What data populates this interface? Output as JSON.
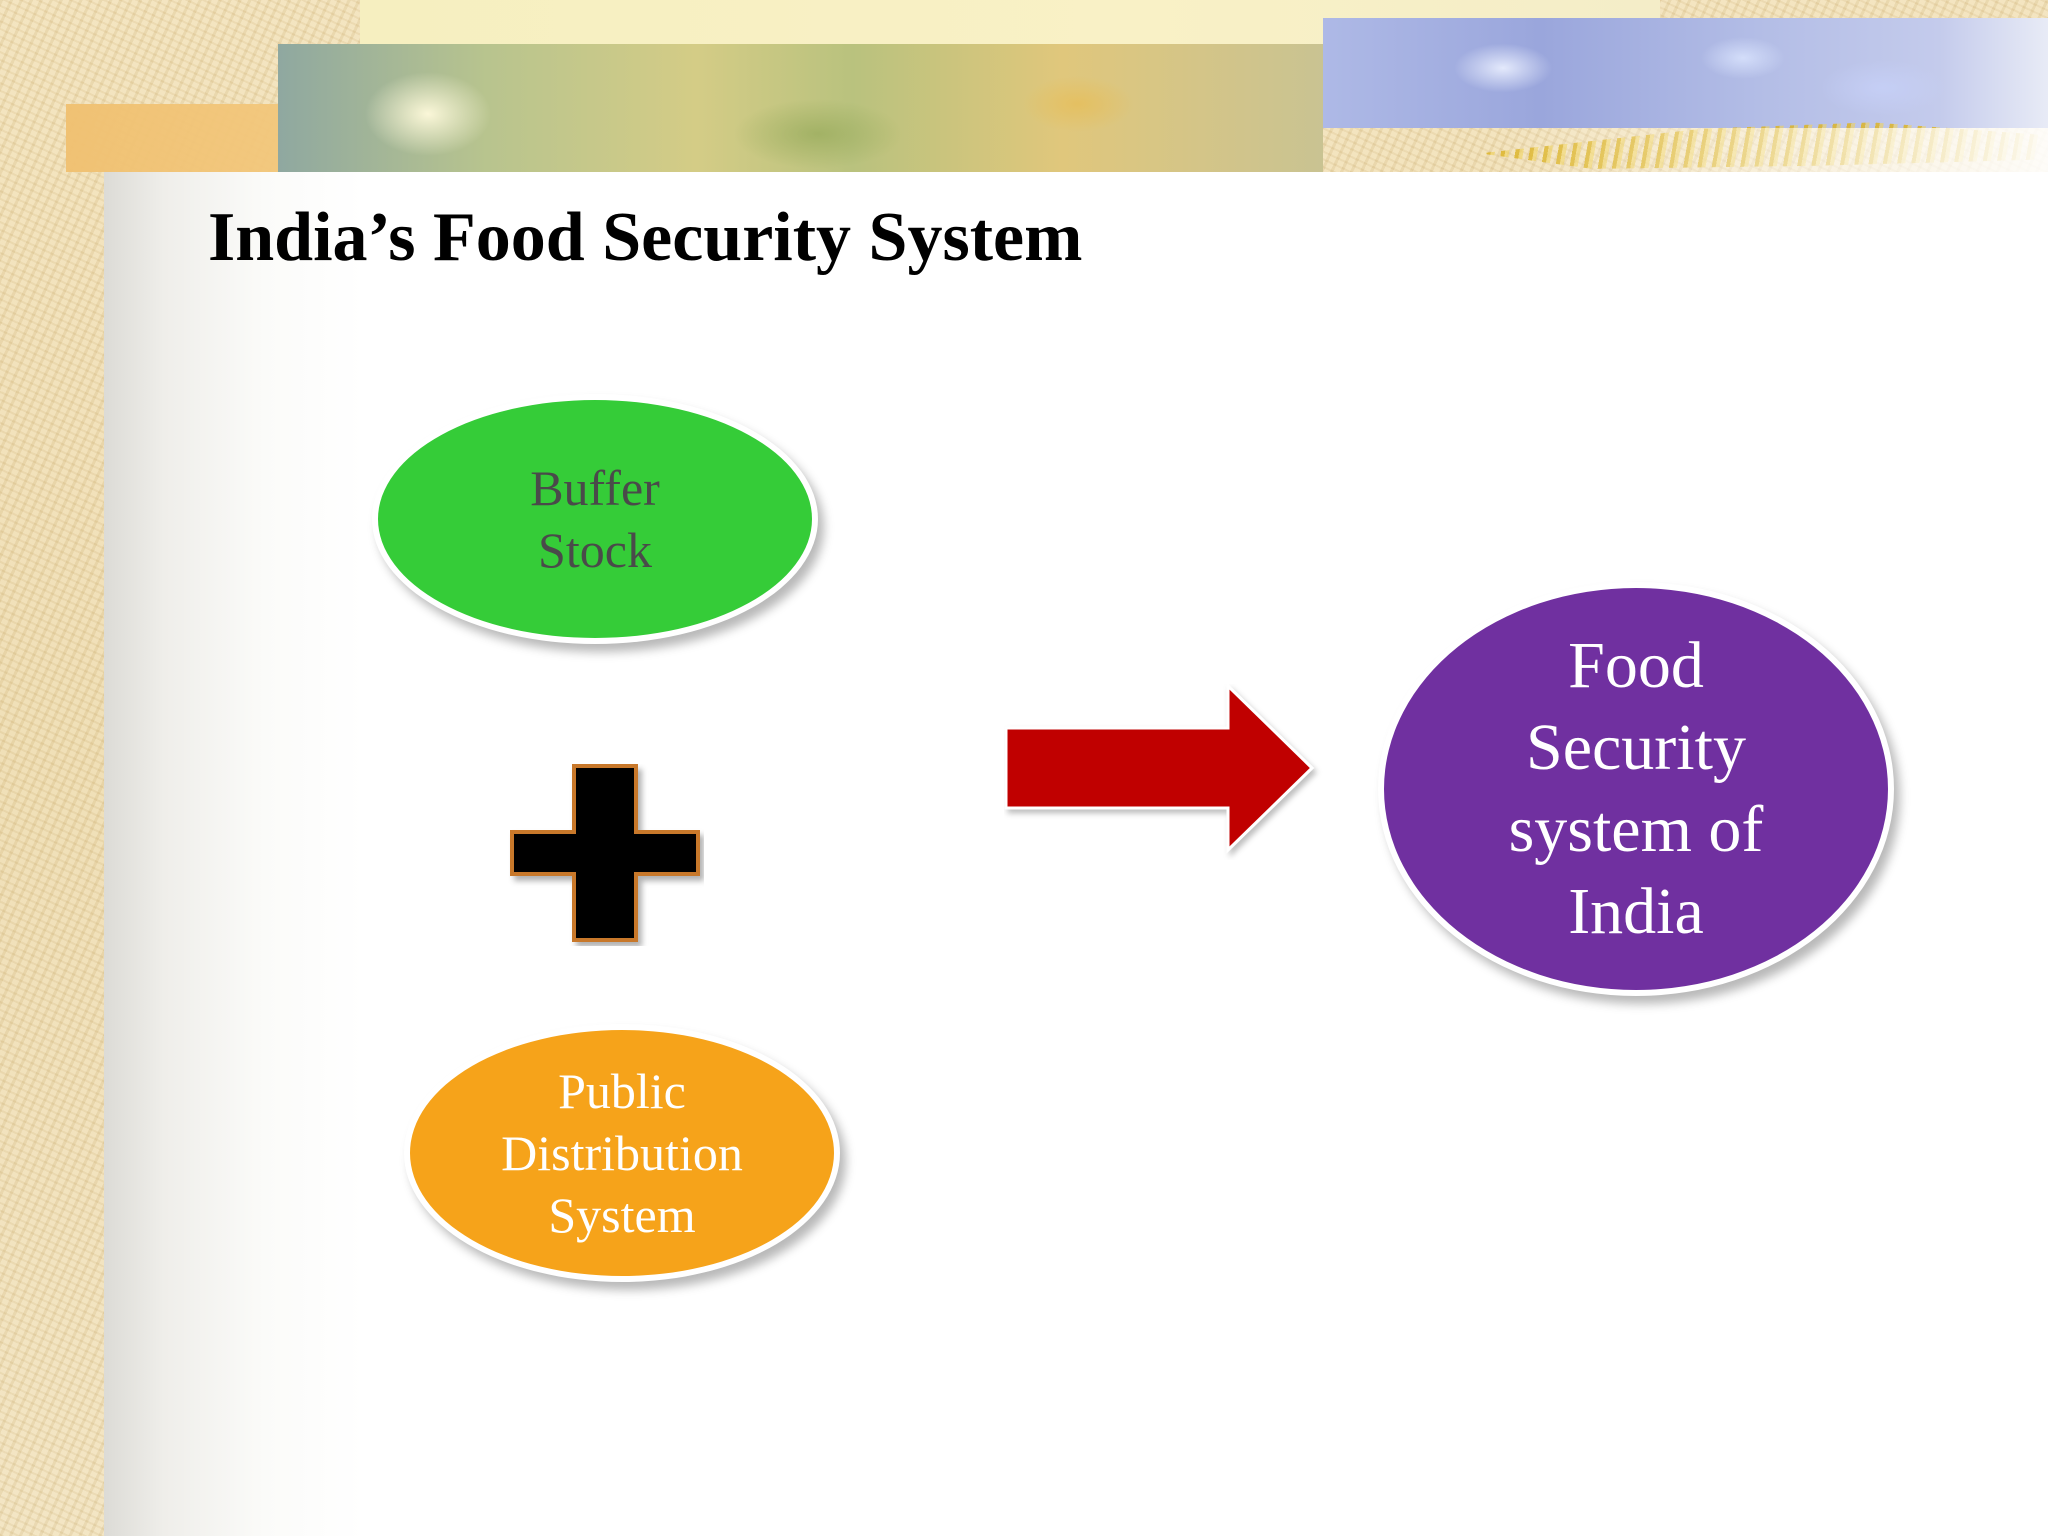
{
  "slide": {
    "title": "India’s Food Security System"
  },
  "diagram": {
    "nodes": [
      {
        "id": "buffer-stock",
        "label": "Buffer\nStock",
        "fill": "#35cc38",
        "text_color": "#4a4a4a"
      },
      {
        "id": "public-distribution-system",
        "label": "Public\nDistribution\nSystem",
        "fill": "#f6a31a",
        "text_color": "#ffffff"
      },
      {
        "id": "food-security-system",
        "label": "Food\nSecurity\nsystem of\nIndia",
        "fill": "#7030a0",
        "text_color": "#ffffff"
      }
    ],
    "operators": [
      {
        "type": "plus-icon",
        "fill": "#000000",
        "outline": "#c8782a"
      },
      {
        "type": "right-arrow-icon",
        "fill": "#c00000"
      }
    ]
  }
}
